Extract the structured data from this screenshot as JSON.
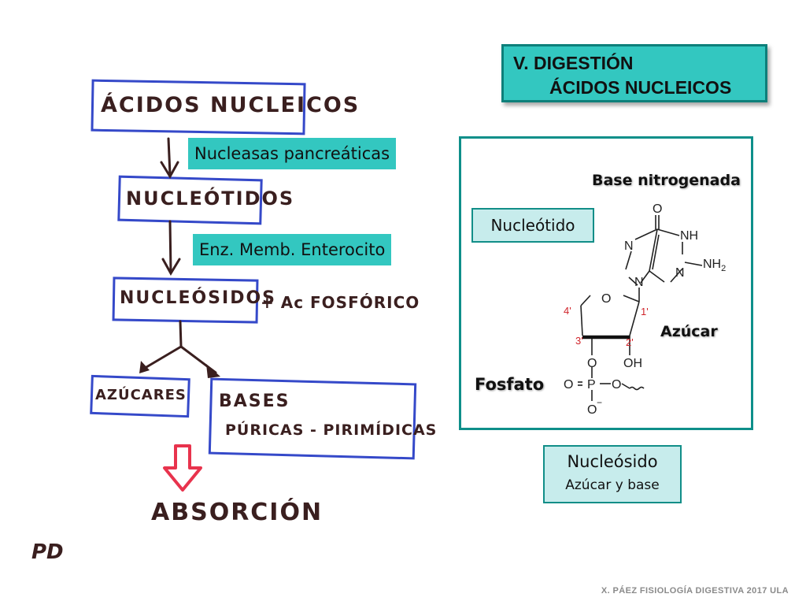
{
  "slide_title": {
    "line1": "V. DIGESTIÓN",
    "line2": "ÁCIDOS NUCLEICOS"
  },
  "handwritten": {
    "acidos_nucleicos": "ÁCIDOS NUCLEICOS",
    "nucleotidos": "NUCLEÓTIDOS",
    "nucleosidos": "NUCLEÓSIDOS",
    "plus_ac_fosforico": "+ Ac FOSFÓRICO",
    "azucares": "AZÚCARES",
    "bases_line1": "BASES",
    "bases_line2": "PÚRICAS - PIRIMÍDICAS",
    "absorcion": "ABSORCIÓN",
    "signature": "PD"
  },
  "enzyme_labels": {
    "nucleasas": "Nucleasas pancreáticas",
    "enz_memb": "Enz. Memb. Enterocito"
  },
  "structure_panel": {
    "base_nitrogenada": "Base nitrogenada",
    "nucleotido": "Nucleótido",
    "azucar": "Azúcar",
    "fosfato": "Fosfato",
    "atoms": {
      "o_top": "O",
      "nh": "NH",
      "n_left": "N",
      "nh2": "NH",
      "nh2_sub": "2",
      "n_mid": "N",
      "n_bottom": "N",
      "o_ring": "O",
      "c4": "4'",
      "c1": "1'",
      "c3": "3'",
      "c2": "2'",
      "o3": "O",
      "oh": "OH",
      "o_double": "O",
      "p": "P",
      "o_right": "O",
      "o_minus": "O",
      "minus": "−"
    }
  },
  "nucleosido_box": {
    "title": "Nucleósido",
    "subtitle": "Azúcar y base"
  },
  "footer": "X. PÁEZ   FISIOLOGÍA DIGESTIVA 2017 ULA",
  "colors": {
    "teal": "#33c7c0",
    "teal_dark": "#0e8f8a",
    "pen_blue": "#3549c9",
    "pen_brown": "#3a1f1f",
    "arrow_red": "#e8334d",
    "bond_red": "#d0252b"
  }
}
